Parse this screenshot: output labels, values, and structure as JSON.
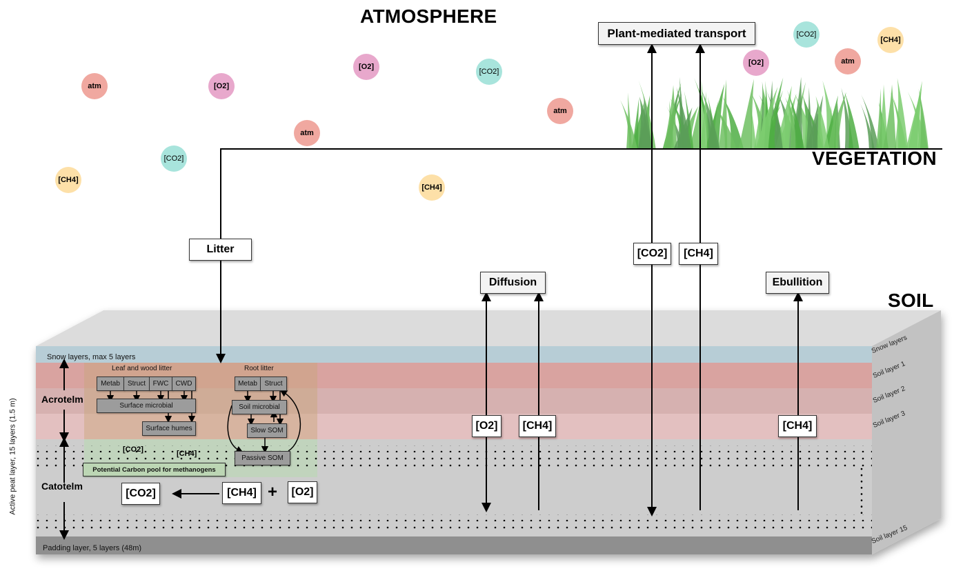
{
  "regions": {
    "atmosphere": "ATMOSPHERE",
    "vegetation": "VEGETATION",
    "soil": "SOIL"
  },
  "atmosphere_bubbles": [
    {
      "label": "atm",
      "color": "#f0a8a0",
      "bold": true
    },
    {
      "label": "[O2]",
      "color": "#e8a8cc",
      "bold": true
    },
    {
      "label": "[O2]",
      "color": "#e8a8cc",
      "bold": true
    },
    {
      "label": "[CO2]",
      "color": "#a8e4dc",
      "bold": false
    },
    {
      "label": "atm",
      "color": "#f0a8a0",
      "bold": true
    },
    {
      "label": "atm",
      "color": "#f0a8a0",
      "bold": true
    },
    {
      "label": "[CO2]",
      "color": "#a8e4dc",
      "bold": false
    },
    {
      "label": "[CH4]",
      "color": "#fde0a8",
      "bold": true
    },
    {
      "label": "[CH4]",
      "color": "#fde0a8",
      "bold": true
    },
    {
      "label": "[O2]",
      "color": "#e8a8cc",
      "bold": true
    },
    {
      "label": "[CO2]",
      "color": "#a8e4dc",
      "bold": false
    },
    {
      "label": "atm",
      "color": "#f0a8a0",
      "bold": true
    },
    {
      "label": "[CH4]",
      "color": "#fde0a8",
      "bold": true
    }
  ],
  "processes": {
    "plant_transport": "Plant-mediated transport",
    "litter": "Litter",
    "diffusion": "Diffusion",
    "ebullition": "Ebullition"
  },
  "flux_labels": {
    "plant_co2": "[CO2]",
    "plant_ch4": "[CH4]",
    "diffusion_o2": "[O2]",
    "diffusion_ch4": "[CH4]",
    "ebullition_ch4": "[CH4]"
  },
  "soil": {
    "snow_label": "Snow layers, max 5 layers",
    "padding_label": "Padding layer, 5 layers (48m)",
    "active_peat_label": "Active peat layer, 15 layers  (1.5 m)",
    "acrotelm": "Acrotelm",
    "catotelm": "Catotelm",
    "side_labels": [
      "Snow layers",
      "Soil layer 1",
      "Soil layer 2",
      "Soil layer 3",
      "Soil layer 15"
    ],
    "colors": {
      "snow": "#b7cdd6",
      "soil1": "#d9a3a0",
      "soil2": "#d6b1b0",
      "soil3": "#e3c0c0",
      "catotelm": "#cdcdcd",
      "padding": "#8f8f8f",
      "top_face": "#dcdcdc",
      "side_face": "#c2c2c2"
    }
  },
  "carbon_pools": {
    "leaf_wood_title": "Leaf and wood litter",
    "root_title": "Root litter",
    "leaf_pools": [
      "Metab",
      "Struct",
      "FWC",
      "CWD"
    ],
    "root_pools": [
      "Metab",
      "Struct"
    ],
    "surface_microbial": "Surface microbial",
    "surface_humes": "Surface humes",
    "soil_microbial": "Soil microbial",
    "slow_som": "Slow SOM",
    "passive_som": "Passive SOM",
    "methanogen_pool": "Potential Carbon pool for methanogens",
    "pool_co2": "[CO2]",
    "pool_ch4": "[CH4]"
  },
  "oxidation": {
    "product": "[CO2]",
    "reactant1": "[CH4]",
    "plus": "+",
    "reactant2": "[O2]"
  }
}
